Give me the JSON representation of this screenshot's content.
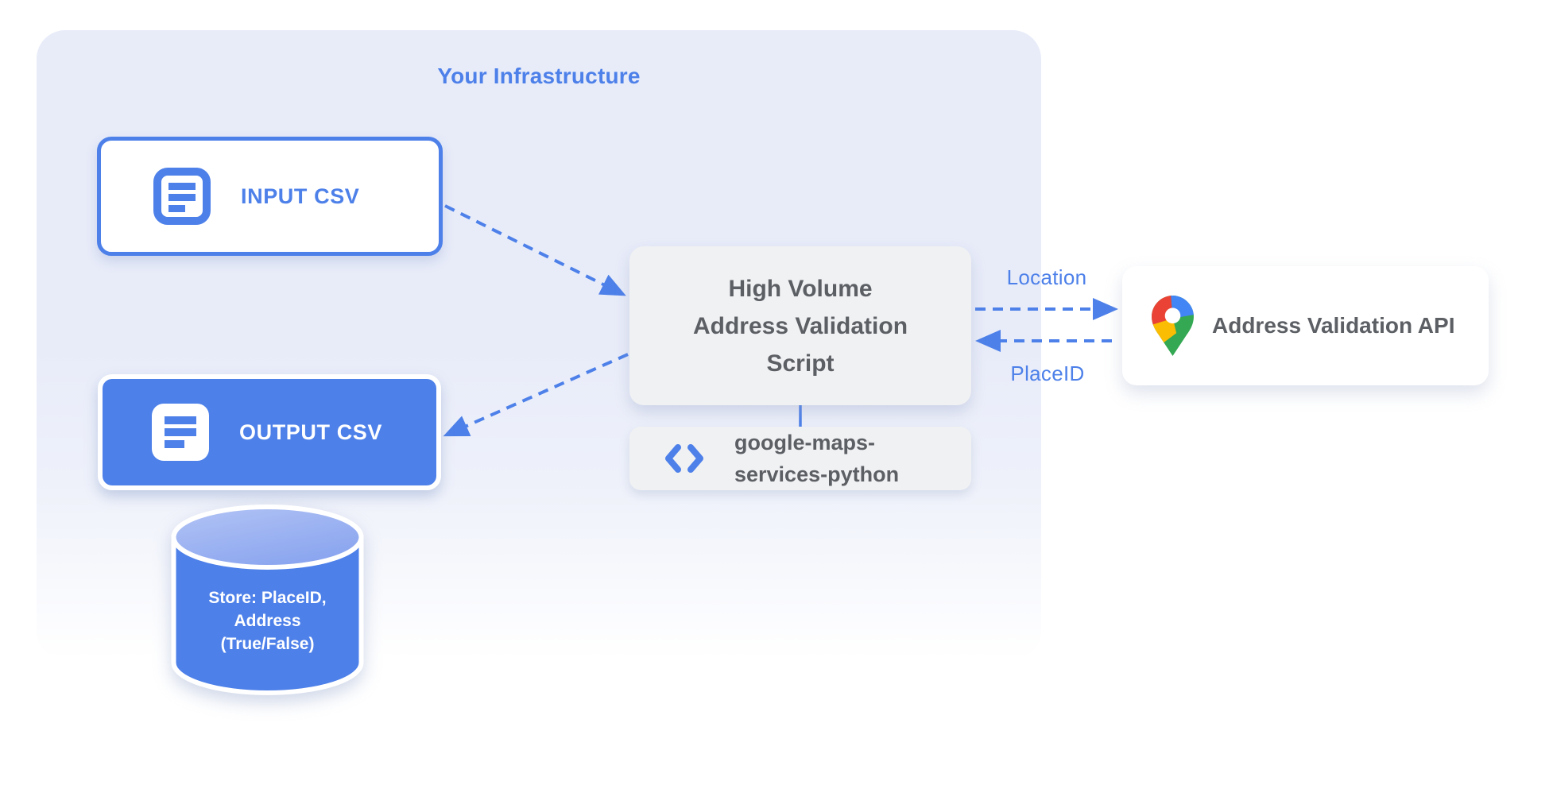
{
  "colors": {
    "accent_blue": "#4d80e9",
    "container_bg": "#e8ecf9",
    "node_gray_bg": "#f0f1f3",
    "dark_text": "#5c5f64",
    "light_blue_top": "#a5baf3",
    "pin_red": "#EA4335",
    "pin_blue": "#4285F4",
    "pin_yellow": "#FBBC04",
    "pin_green": "#34A853"
  },
  "group": {
    "title": "Your Infrastructure"
  },
  "nodes": {
    "input_csv": {
      "label": "INPUT CSV"
    },
    "output_csv": {
      "label": "OUTPUT CSV"
    },
    "datastore": {
      "line1": "Store: PlaceID,",
      "line2": "Address",
      "line3": "(True/False)"
    },
    "script": {
      "line1": "High Volume",
      "line2": "Address Validation",
      "line3": "Script"
    },
    "library": {
      "line1": "google-maps-",
      "line2": "services-python"
    },
    "api": {
      "label": "Address Validation API"
    }
  },
  "edges": {
    "to_api_label": "Location",
    "from_api_label": "PlaceID"
  }
}
